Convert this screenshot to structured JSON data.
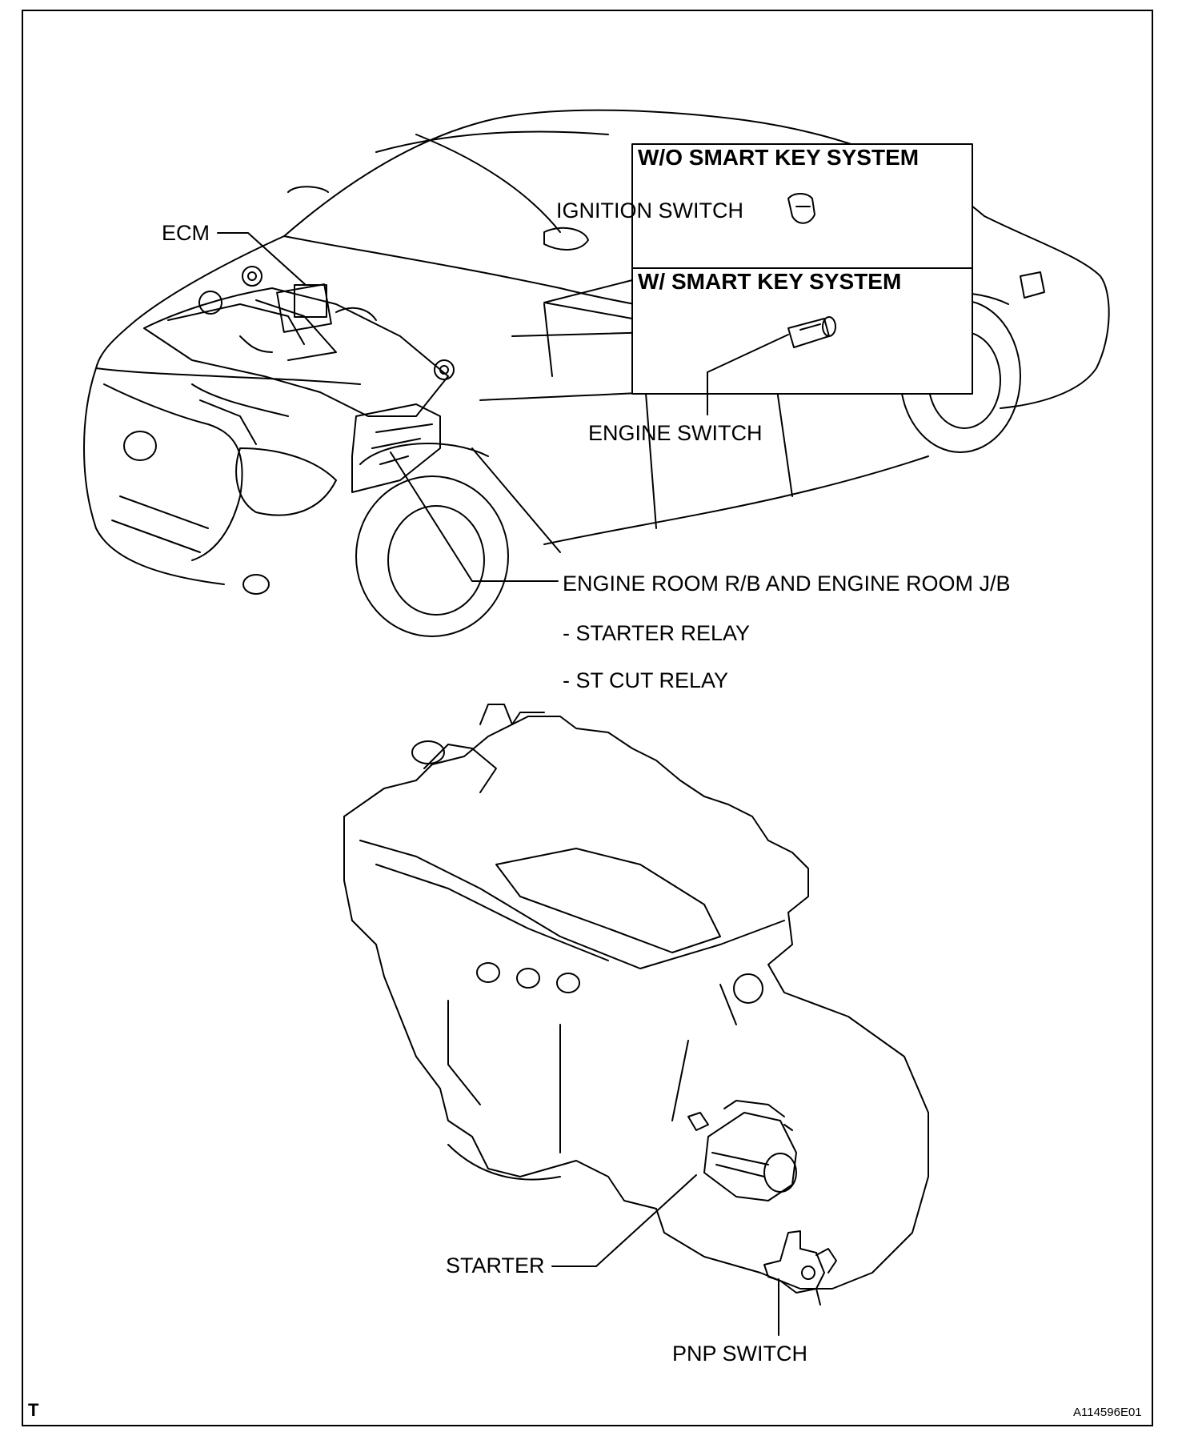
{
  "inset": {
    "wo_header": "W/O SMART KEY SYSTEM",
    "w_header": "W/ SMART KEY SYSTEM"
  },
  "labels": {
    "ecm": "ECM",
    "ignition_switch": "IGNITION SWITCH",
    "engine_switch": "ENGINE SWITCH",
    "engine_room": "ENGINE ROOM R/B AND ENGINE ROOM J/B",
    "starter_relay": "- STARTER RELAY",
    "st_cut_relay": "- ST CUT RELAY",
    "starter": "STARTER",
    "pnp_switch": "PNP SWITCH"
  },
  "footer": {
    "corner_mark": "T",
    "figure_id": "A114596E01"
  }
}
